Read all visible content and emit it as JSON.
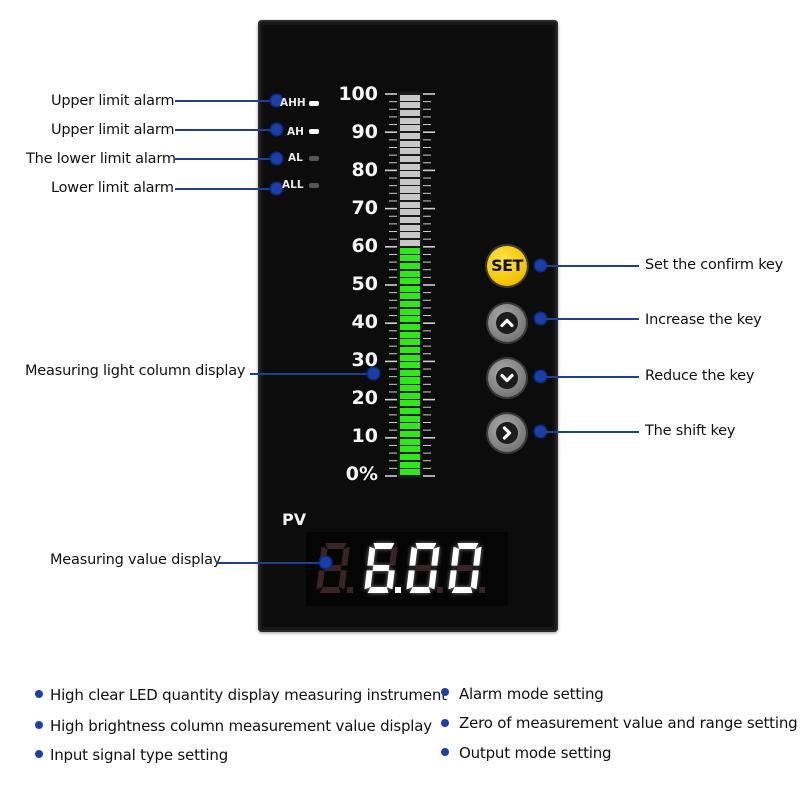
{
  "device": {
    "alarms": [
      {
        "code": "AHH",
        "callout": "Upper limit alarm",
        "led_color": "#ffffff"
      },
      {
        "code": "AH",
        "callout": "Upper limit alarm",
        "led_color": "#ffffff"
      },
      {
        "code": "AL",
        "callout": "The lower limit alarm",
        "led_color": "#555555"
      },
      {
        "code": "ALL",
        "callout": "Lower limit alarm",
        "led_color": "#555555"
      }
    ],
    "bar_scale": [
      "100",
      "90",
      "80",
      "70",
      "60",
      "50",
      "40",
      "30",
      "20",
      "10",
      "0%"
    ],
    "bar_level_percent": 60,
    "bar_lit_color": "#2ee81a",
    "bar_unlit_color": "#c8c8c8",
    "bar_callout": "Measuring light column display",
    "keys": [
      {
        "name": "set",
        "label": "SET",
        "callout": "Set the confirm key",
        "icon": "set-key"
      },
      {
        "name": "increase",
        "callout": "Increase the key",
        "icon": "chevron-up-icon"
      },
      {
        "name": "reduce",
        "callout": "Reduce the key",
        "icon": "chevron-down-icon"
      },
      {
        "name": "shift",
        "callout": "The shift key",
        "icon": "chevron-right-icon"
      }
    ],
    "pv_label": "PV",
    "display_value": "6.00",
    "display_callout": "Measuring value display",
    "digit_on_color": "#ffffff",
    "digit_off_color": "#3a2428",
    "accent_color": "#1b3fa8"
  },
  "features": {
    "left": [
      "High clear LED quantity display measuring instrument",
      "High brightness column measurement value display",
      "Input signal type setting"
    ],
    "right": [
      "Alarm mode setting",
      "Zero of measurement value and range setting",
      "Output mode setting"
    ]
  }
}
